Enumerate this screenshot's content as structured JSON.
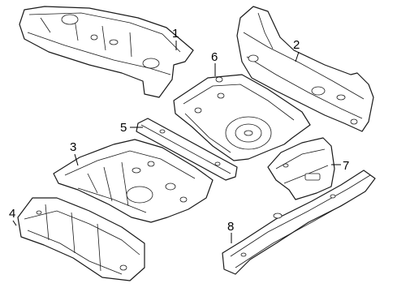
{
  "diagram": {
    "callouts": [
      {
        "id": "1",
        "label": "1"
      },
      {
        "id": "2",
        "label": "2"
      },
      {
        "id": "3",
        "label": "3"
      },
      {
        "id": "4",
        "label": "4"
      },
      {
        "id": "5",
        "label": "5"
      },
      {
        "id": "6",
        "label": "6"
      },
      {
        "id": "7",
        "label": "7"
      },
      {
        "id": "8",
        "label": "8"
      }
    ],
    "colors": {
      "line": "#1a1a1a",
      "background": "#ffffff"
    }
  }
}
